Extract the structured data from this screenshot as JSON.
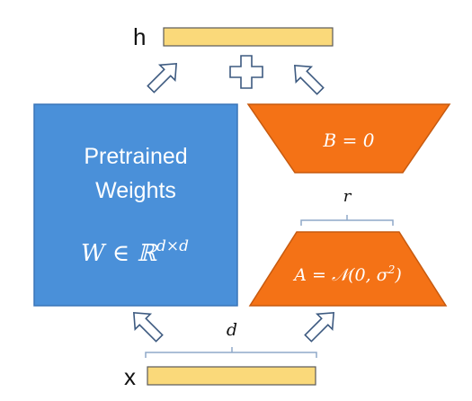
{
  "labels": {
    "output": "h",
    "input": "x",
    "pretrained_line1": "Pretrained",
    "pretrained_line2": "Weights",
    "weight_math": "W ∈ ℝ",
    "weight_superscript": "d×d",
    "matrix_b": "B = 0",
    "matrix_a_prefix": "A = 𝒩(0, σ",
    "matrix_a_exp": "2",
    "matrix_a_suffix": ")",
    "rank": "r",
    "dimension": "d"
  },
  "colors": {
    "pretrained_fill": "#4a90d9",
    "pretrained_border": "#3a75b8",
    "lora_fill": "#f47216",
    "lora_border": "#c75a0f",
    "vector_fill": "#fad97a",
    "vector_border": "#5a5a5a",
    "arrow_stroke": "#3d5a80",
    "brace_stroke": "#8fa9c9"
  },
  "icons": {
    "plus": "plus-icon",
    "arrow": "hollow-arrow-icon"
  }
}
